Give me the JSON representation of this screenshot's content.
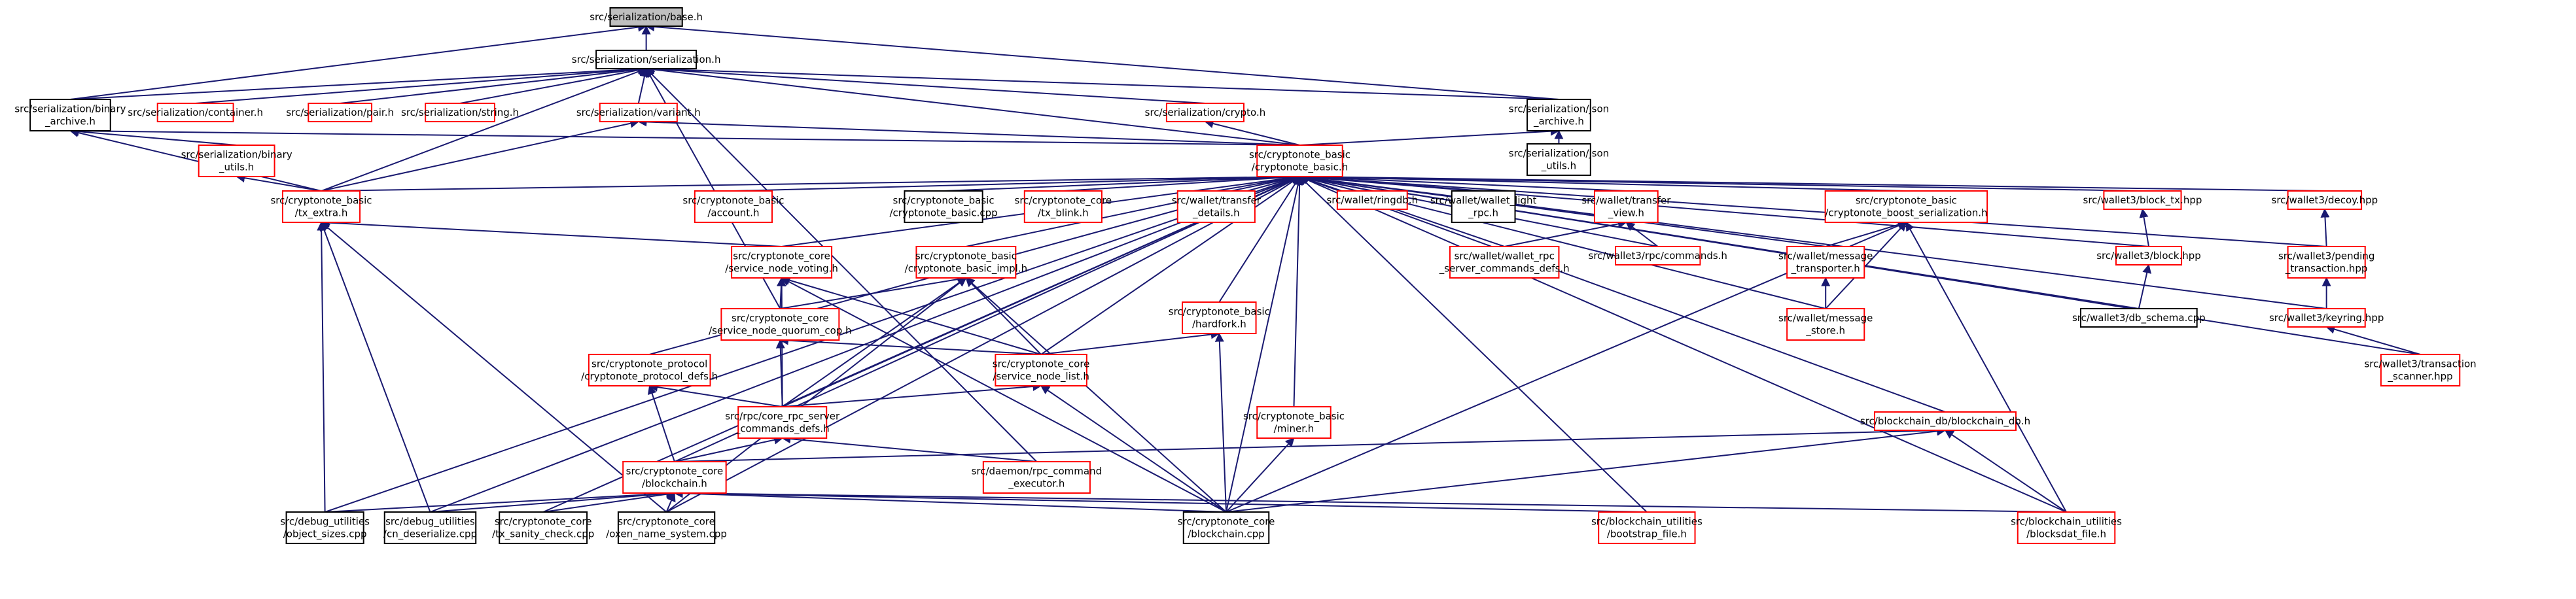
{
  "colors": {
    "edge": "#191970",
    "red_border": "#ff0000",
    "black_border": "#000000",
    "root_fill": "#bfbfbf"
  },
  "nodes": [
    {
      "id": "n0",
      "lines": [
        "src/serialization/base.h"
      ],
      "style": "root"
    },
    {
      "id": "n1",
      "lines": [
        "src/serialization/serialization.h"
      ],
      "style": "black"
    },
    {
      "id": "n2",
      "lines": [
        "src/serialization/binary",
        "_archive.h"
      ],
      "style": "black"
    },
    {
      "id": "n3",
      "lines": [
        "src/serialization/container.h"
      ],
      "style": "red"
    },
    {
      "id": "n4",
      "lines": [
        "src/serialization/pair.h"
      ],
      "style": "red"
    },
    {
      "id": "n5",
      "lines": [
        "src/serialization/string.h"
      ],
      "style": "red"
    },
    {
      "id": "n6",
      "lines": [
        "src/serialization/variant.h"
      ],
      "style": "red"
    },
    {
      "id": "n7",
      "lines": [
        "src/serialization/crypto.h"
      ],
      "style": "red"
    },
    {
      "id": "n8",
      "lines": [
        "src/serialization/json",
        "_archive.h"
      ],
      "style": "black"
    },
    {
      "id": "n9",
      "lines": [
        "src/serialization/binary",
        "_utils.h"
      ],
      "style": "red"
    },
    {
      "id": "n10",
      "lines": [
        "src/serialization/json",
        "_utils.h"
      ],
      "style": "black"
    },
    {
      "id": "n11",
      "lines": [
        "src/cryptonote_basic",
        "/cryptonote_basic.h"
      ],
      "style": "red"
    },
    {
      "id": "n12",
      "lines": [
        "src/cryptonote_basic",
        "/tx_extra.h"
      ],
      "style": "red"
    },
    {
      "id": "n13",
      "lines": [
        "src/cryptonote_basic",
        "/account.h"
      ],
      "style": "red"
    },
    {
      "id": "n14",
      "lines": [
        "src/cryptonote_basic",
        "/cryptonote_basic.cpp"
      ],
      "style": "black"
    },
    {
      "id": "n15",
      "lines": [
        "src/cryptonote_core",
        "/tx_blink.h"
      ],
      "style": "red"
    },
    {
      "id": "n16",
      "lines": [
        "src/wallet/transfer",
        "_details.h"
      ],
      "style": "red"
    },
    {
      "id": "n17",
      "lines": [
        "src/wallet/ringdb.h"
      ],
      "style": "red"
    },
    {
      "id": "n18",
      "lines": [
        "src/wallet/wallet_light",
        "_rpc.h"
      ],
      "style": "black"
    },
    {
      "id": "n19",
      "lines": [
        "src/wallet/transfer",
        "_view.h"
      ],
      "style": "red"
    },
    {
      "id": "n20",
      "lines": [
        "src/cryptonote_basic",
        "/cryptonote_boost_serialization.h"
      ],
      "style": "red"
    },
    {
      "id": "n21",
      "lines": [
        "src/wallet3/block_tx.hpp"
      ],
      "style": "red"
    },
    {
      "id": "n22",
      "lines": [
        "src/wallet3/decoy.hpp"
      ],
      "style": "red"
    },
    {
      "id": "n23",
      "lines": [
        "src/cryptonote_core",
        "/service_node_voting.h"
      ],
      "style": "red"
    },
    {
      "id": "n24",
      "lines": [
        "src/cryptonote_basic",
        "/cryptonote_basic_impl.h"
      ],
      "style": "red"
    },
    {
      "id": "n25",
      "lines": [
        "src/wallet/wallet_rpc",
        "_server_commands_defs.h"
      ],
      "style": "red"
    },
    {
      "id": "n26",
      "lines": [
        "src/wallet3/rpc/commands.h"
      ],
      "style": "red"
    },
    {
      "id": "n27",
      "lines": [
        "src/wallet/message",
        "_transporter.h"
      ],
      "style": "red"
    },
    {
      "id": "n28",
      "lines": [
        "src/wallet3/block.hpp"
      ],
      "style": "red"
    },
    {
      "id": "n29",
      "lines": [
        "src/wallet3/pending",
        "_transaction.hpp"
      ],
      "style": "red"
    },
    {
      "id": "n30",
      "lines": [
        "src/cryptonote_core",
        "/service_node_quorum_cop.h"
      ],
      "style": "red"
    },
    {
      "id": "n31",
      "lines": [
        "src/cryptonote_basic",
        "/hardfork.h"
      ],
      "style": "red"
    },
    {
      "id": "n32",
      "lines": [
        "src/wallet/message",
        "_store.h"
      ],
      "style": "red"
    },
    {
      "id": "n33",
      "lines": [
        "src/wallet3/db_schema.cpp"
      ],
      "style": "black"
    },
    {
      "id": "n34",
      "lines": [
        "src/wallet3/keyring.hpp"
      ],
      "style": "red"
    },
    {
      "id": "n35",
      "lines": [
        "src/cryptonote_protocol",
        "/cryptonote_protocol_defs.h"
      ],
      "style": "red"
    },
    {
      "id": "n36",
      "lines": [
        "src/cryptonote_core",
        "/service_node_list.h"
      ],
      "style": "red"
    },
    {
      "id": "n37",
      "lines": [
        "src/wallet3/transaction",
        "_scanner.hpp"
      ],
      "style": "red"
    },
    {
      "id": "n38",
      "lines": [
        "src/rpc/core_rpc_server",
        "_commands_defs.h"
      ],
      "style": "red"
    },
    {
      "id": "n39",
      "lines": [
        "src/cryptonote_basic",
        "/miner.h"
      ],
      "style": "red"
    },
    {
      "id": "n40",
      "lines": [
        "src/blockchain_db/blockchain_db.h"
      ],
      "style": "red"
    },
    {
      "id": "n41",
      "lines": [
        "src/daemon/rpc_command",
        "_executor.h"
      ],
      "style": "red"
    },
    {
      "id": "n42",
      "lines": [
        "src/cryptonote_core",
        "/blockchain.h"
      ],
      "style": "red"
    },
    {
      "id": "n43",
      "lines": [
        "src/debug_utilities",
        "/object_sizes.cpp"
      ],
      "style": "black"
    },
    {
      "id": "n44",
      "lines": [
        "src/debug_utilities",
        "/cn_deserialize.cpp"
      ],
      "style": "black"
    },
    {
      "id": "n45",
      "lines": [
        "src/cryptonote_core",
        "/tx_sanity_check.cpp"
      ],
      "style": "black"
    },
    {
      "id": "n46",
      "lines": [
        "src/cryptonote_core",
        "/oxen_name_system.cpp"
      ],
      "style": "black"
    },
    {
      "id": "n47",
      "lines": [
        "src/cryptonote_core",
        "/blockchain.cpp"
      ],
      "style": "black"
    },
    {
      "id": "n48",
      "lines": [
        "src/blockchain_utilities",
        "/bootstrap_file.h"
      ],
      "style": "red"
    },
    {
      "id": "n49",
      "lines": [
        "src/blockchain_utilities",
        "/blocksdat_file.h"
      ],
      "style": "red"
    }
  ]
}
